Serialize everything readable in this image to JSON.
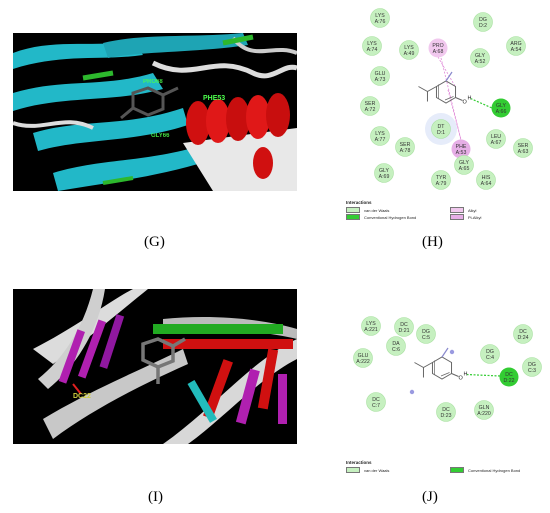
{
  "panels": {
    "g": {
      "letter": "(G)",
      "labels": {
        "res_a": "PHE53",
        "res_b": "PRO68",
        "res_c": "GLY66"
      }
    },
    "h": {
      "letter": "(H)",
      "residues": [
        {
          "lines": [
            "LYS",
            "A:76"
          ],
          "kind": "vdw"
        },
        {
          "lines": [
            "DG",
            "D:2"
          ],
          "kind": "vdw"
        },
        {
          "lines": [
            "LYS",
            "A:74"
          ],
          "kind": "vdw"
        },
        {
          "lines": [
            "LYS",
            "A:49"
          ],
          "kind": "vdw"
        },
        {
          "lines": [
            "PRO",
            "A:68"
          ],
          "kind": "alkyl"
        },
        {
          "lines": [
            "GLY",
            "A:52"
          ],
          "kind": "vdw"
        },
        {
          "lines": [
            "ARG",
            "A:54"
          ],
          "kind": "vdw"
        },
        {
          "lines": [
            "GLU",
            "A:73"
          ],
          "kind": "vdw"
        },
        {
          "lines": [
            "SER",
            "A:72"
          ],
          "kind": "vdw"
        },
        {
          "lines": [
            "GLY",
            "A:66"
          ],
          "kind": "hbond"
        },
        {
          "lines": [
            "DT",
            "D:1"
          ],
          "kind": "vdw"
        },
        {
          "lines": [
            "LYS",
            "A:77"
          ],
          "kind": "vdw"
        },
        {
          "lines": [
            "LEU",
            "A:67"
          ],
          "kind": "vdw"
        },
        {
          "lines": [
            "SER",
            "A:78"
          ],
          "kind": "vdw"
        },
        {
          "lines": [
            "PHE",
            "A:53"
          ],
          "kind": "pialkyl"
        },
        {
          "lines": [
            "SER",
            "A:63"
          ],
          "kind": "vdw"
        },
        {
          "lines": [
            "GLY",
            "A:69"
          ],
          "kind": "vdw"
        },
        {
          "lines": [
            "GLY",
            "A:65"
          ],
          "kind": "vdw"
        },
        {
          "lines": [
            "TYR",
            "A:79"
          ],
          "kind": "vdw"
        },
        {
          "lines": [
            "HIS",
            "A:64"
          ],
          "kind": "vdw"
        }
      ],
      "ligand_atom": "O",
      "ligand_h": "H",
      "legend": {
        "title": "Interactions",
        "items": [
          "van der Waals",
          "Conventional Hydrogen Bond",
          "Alkyl",
          "Pi-Alkyl"
        ]
      }
    },
    "i": {
      "letter": "(I)",
      "labels": {
        "res_a": "DC22"
      }
    },
    "j": {
      "letter": "(J)",
      "residues": [
        {
          "lines": [
            "DC",
            "D:21"
          ],
          "kind": "vdw"
        },
        {
          "lines": [
            "LYS",
            "A:221"
          ],
          "kind": "vdw"
        },
        {
          "lines": [
            "DG",
            "C:5"
          ],
          "kind": "vdw"
        },
        {
          "lines": [
            "DC",
            "D:24"
          ],
          "kind": "vdw"
        },
        {
          "lines": [
            "DA",
            "C:6"
          ],
          "kind": "vdw"
        },
        {
          "lines": [
            "DG",
            "C:4"
          ],
          "kind": "vdw"
        },
        {
          "lines": [
            "GLU",
            "A:222"
          ],
          "kind": "vdw"
        },
        {
          "lines": [
            "DG",
            "C:3"
          ],
          "kind": "vdw"
        },
        {
          "lines": [
            "DC",
            "D:22"
          ],
          "kind": "hbond"
        },
        {
          "lines": [
            "DC",
            "C:7"
          ],
          "kind": "vdw"
        },
        {
          "lines": [
            "DC",
            "D:23"
          ],
          "kind": "vdw"
        },
        {
          "lines": [
            "GLN",
            "A:220"
          ],
          "kind": "vdw"
        }
      ],
      "ligand_atom": "O",
      "ligand_h": "H",
      "legend": {
        "title": "Interactions",
        "items": [
          "van der Waals",
          "Conventional Hydrogen Bond"
        ]
      }
    }
  },
  "colors": {
    "vdw_fill": "#c6f0c0",
    "vdw_stroke": "#a8e0a0",
    "hbond_fill": "#33cc33",
    "alkyl_fill": "#f1c8ee",
    "pialkyl_fill": "#e6aee6",
    "hbond_line": "#33cc33",
    "alkyl_line": "#e08ad8"
  }
}
